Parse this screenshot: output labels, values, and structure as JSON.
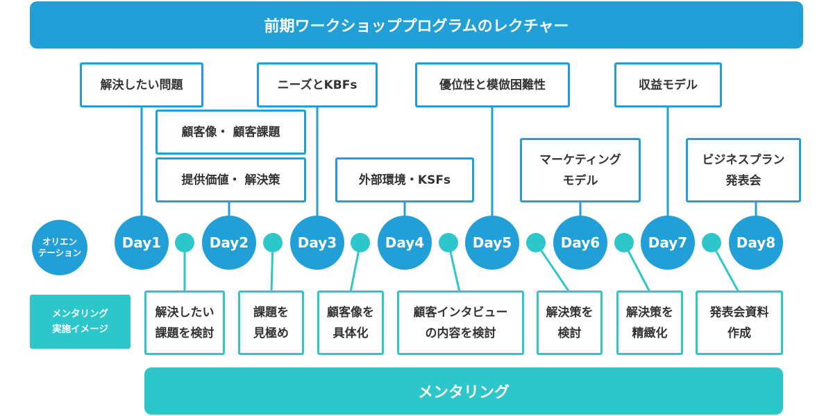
{
  "header": {
    "title": "前期ワークショッププログラムのレクチャー"
  },
  "footer": {
    "title": "メンタリング"
  },
  "orientation": {
    "label": "オリエン\nテーション"
  },
  "mentoring_label": "メンタリング\n実施イメージ",
  "days": [
    "Day1",
    "Day2",
    "Day3",
    "Day4",
    "Day5",
    "Day6",
    "Day7",
    "Day8"
  ],
  "lectures": [
    "解決したい問題",
    "顧客像・ 顧客課題",
    "提供価値・ 解決策",
    "ニーズとKBFs",
    "外部環境・KSFs",
    "優位性と模倣困難性",
    "マーケティング\nモデル",
    "収益モデル",
    "ビジネスプラン\n発表会"
  ],
  "mentoring": [
    "解決したい\n課題を検討",
    "課題を\n見極め",
    "顧客像を\n具体化",
    "顧客インタビュー\nの内容を検討",
    "解決策を\n検討",
    "解決策を\n精緻化",
    "発表会資料\n作成"
  ],
  "colors": {
    "primary": "#229fd7",
    "secondary": "#2cc6cb"
  }
}
